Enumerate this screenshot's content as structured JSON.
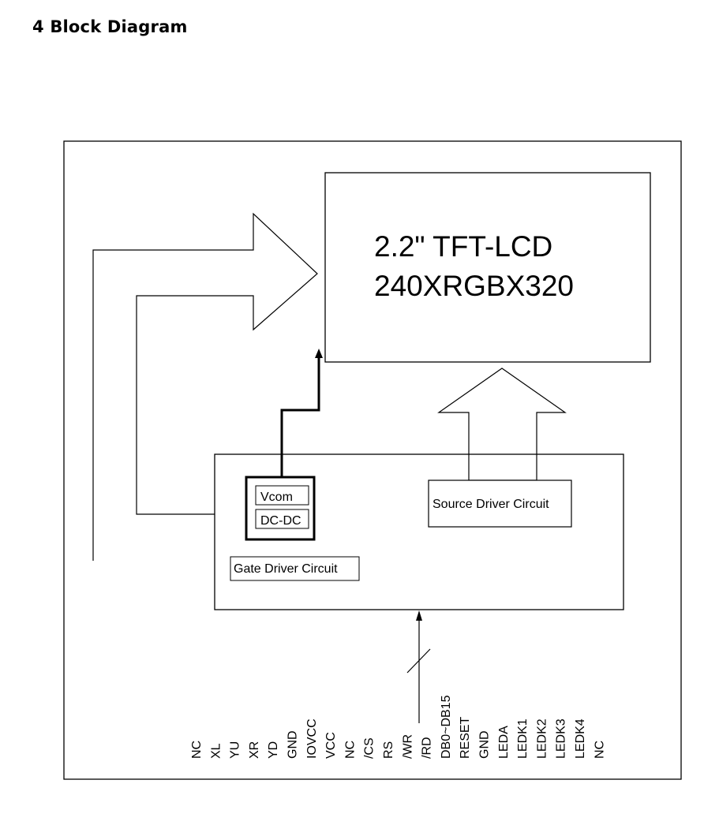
{
  "heading": "4 Block Diagram",
  "lcd": {
    "line1": "2.2\" TFT-LCD",
    "line2": "240XRGBX320"
  },
  "vcom_label": "Vcom",
  "dcdc_label": "DC-DC",
  "source_driver_label": "Source Driver Circuit",
  "gate_driver_label": "Gate Driver Circuit",
  "pins": [
    "NC",
    "XL",
    "YU",
    "XR",
    "YD",
    "GND",
    "IOVCC",
    "VCC",
    "NC",
    "/CS",
    "RS",
    "/WR",
    "/RD",
    "DB0~DB15",
    "RESET",
    "GND",
    "LEDA",
    "LEDK1",
    "LEDK2",
    "LEDK3",
    "LEDK4",
    "NC"
  ]
}
